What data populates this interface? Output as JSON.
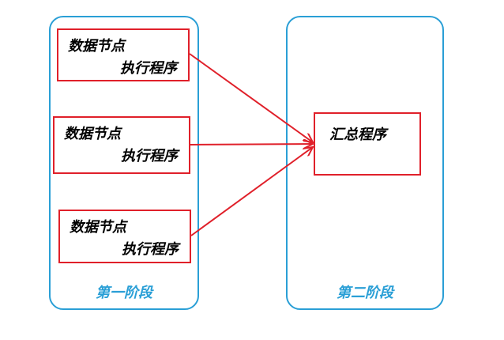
{
  "colors": {
    "stage_border": "#2a9fd6",
    "node_border": "#e0202a",
    "arrow": "#e0202a"
  },
  "stages": [
    {
      "label": "第一阶段"
    },
    {
      "label": "第二阶段"
    }
  ],
  "data_nodes": [
    {
      "line1": "数据节点",
      "line2": "执行程序"
    },
    {
      "line1": "数据节点",
      "line2": "执行程序"
    },
    {
      "line1": "数据节点",
      "line2": "执行程序"
    }
  ],
  "summary_node": {
    "label": "汇总程序"
  }
}
